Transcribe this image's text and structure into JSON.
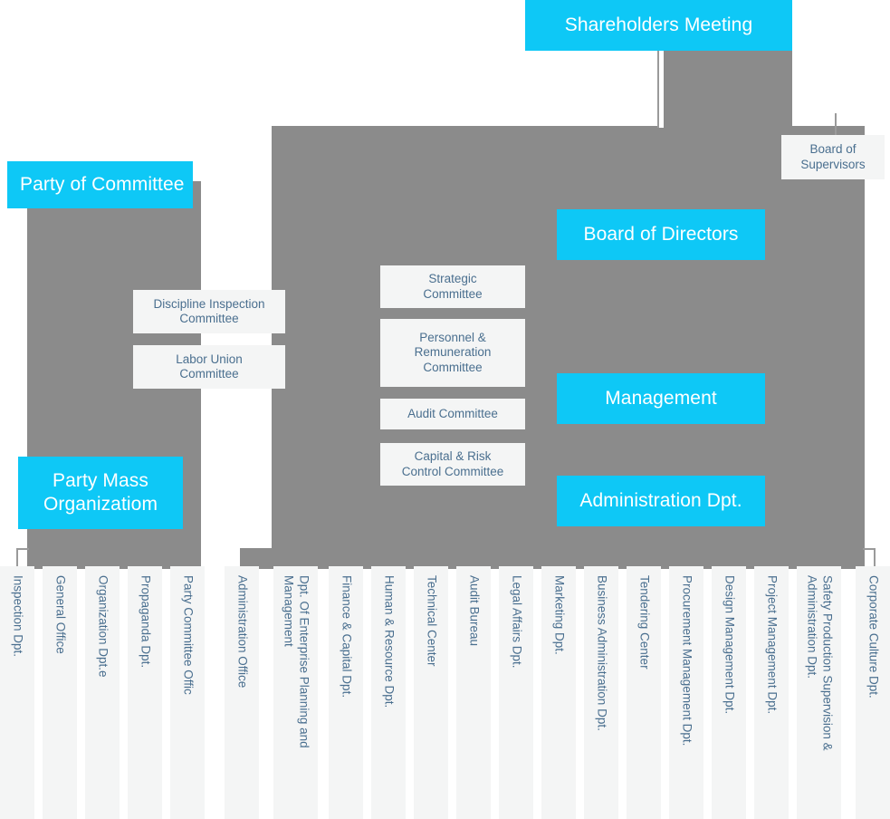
{
  "diagram": {
    "title": "Corporate Organizational Structure Chart",
    "colors": {
      "accent_cyan": "#0ec8f6",
      "panel_gray": "#8b8b8b",
      "box_light": "#f4f5f5",
      "text_blue": "#4a6f8f",
      "text_white": "#ffffff",
      "connector": "#9a9a9a"
    }
  },
  "top": {
    "shareholders_meeting": "Shareholders Meeting",
    "board_of_supervisors": "Board of\nSupervisors"
  },
  "party_branch": {
    "party_of_committee": "Party of Committee",
    "party_mass_organization": "Party Mass\nOrganizatiom",
    "discipline_inspection_committee": "Discipline Inspection\nCommittee",
    "labor_union_committee": "Labor Union\nCommittee"
  },
  "corporate_branch": {
    "board_of_directors": "Board of Directors",
    "management": "Management",
    "administration_dpt": "Administration Dpt."
  },
  "committees": [
    {
      "label": "Strategic\nCommittee"
    },
    {
      "label": "Personnel &\nRemuneration\nCommittee"
    },
    {
      "label": "Audit Committee"
    },
    {
      "label": "Capital & Risk\nControl Committee"
    }
  ],
  "departments": [
    {
      "label": "Inspection Dpt."
    },
    {
      "label": "General Office"
    },
    {
      "label": "Organization Dpt.e"
    },
    {
      "label": "Propaganda Dpt."
    },
    {
      "label": "Party Committee Offic"
    },
    {
      "label": "Administration Office"
    },
    {
      "label": "Dpt. Of Enterprise Planning and\nManagement"
    },
    {
      "label": "Finance & Capital Dpt."
    },
    {
      "label": "Human & Resource Dpt."
    },
    {
      "label": "Technical Center"
    },
    {
      "label": "Audit Bureau"
    },
    {
      "label": "Legal Affairs Dpt."
    },
    {
      "label": "Marketing Dpt."
    },
    {
      "label": "Business Administration Dpt."
    },
    {
      "label": "Tendering Center"
    },
    {
      "label": "Procurement Management Dpt."
    },
    {
      "label": "Design Management Dpt."
    },
    {
      "label": "Project Management Dpt."
    },
    {
      "label": "Safety Production Supervision &\nAdministration Dpt."
    },
    {
      "label": "Corporate Culture Dpt."
    }
  ]
}
